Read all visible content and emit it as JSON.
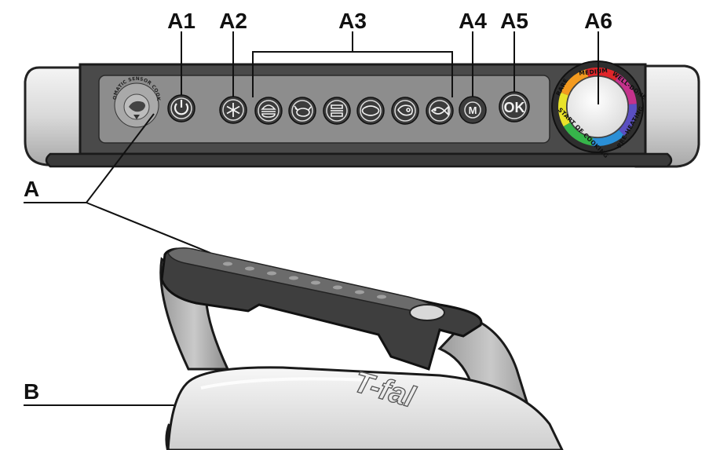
{
  "callouts": {
    "A1": "A1",
    "A2": "A2",
    "A3": "A3",
    "A4": "A4",
    "A5": "A5",
    "A6": "A6",
    "A": "A",
    "B": "B"
  },
  "sensor_label": "AUTOMATIC SENSOR COOKING",
  "buttons": {
    "power": {
      "icon": "power-icon"
    },
    "frozen": {
      "icon": "snowflake-icon"
    },
    "programs": [
      {
        "icon": "burger-icon"
      },
      {
        "icon": "poultry-icon"
      },
      {
        "icon": "sandwich-icon"
      },
      {
        "icon": "sausage-icon"
      },
      {
        "icon": "red-meat-icon"
      },
      {
        "icon": "fish-icon"
      }
    ],
    "manual": {
      "label": "M"
    },
    "ok": {
      "label": "OK"
    }
  },
  "indicator_ring": {
    "labels": [
      "RARE",
      "MEDIUM",
      "WELL-DONE",
      "PRE-HEATING",
      "START OF COOKING"
    ],
    "colors": [
      "#e8e22a",
      "#f39a1f",
      "#e0262a",
      "#c4328c",
      "#5a4fc2",
      "#2a8fd6",
      "#36b54a"
    ]
  },
  "device_logo": "T-fal"
}
